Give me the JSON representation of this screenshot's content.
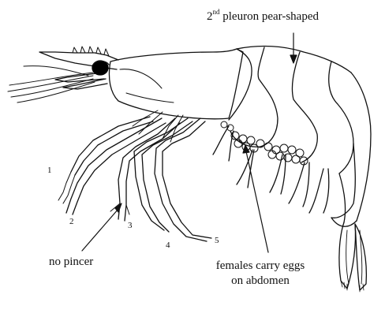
{
  "labels": {
    "pleuron_ordinal": "2",
    "pleuron_superscript": "nd",
    "pleuron_rest": " pleuron pear-shaped",
    "no_pincer": "no pincer",
    "eggs_line1": "females carry eggs",
    "eggs_line2": "on abdomen"
  },
  "leg_numbers": [
    "1",
    "2",
    "3",
    "4",
    "5"
  ],
  "colors": {
    "ink": "#111111",
    "eye": "#000000",
    "background": "#ffffff"
  }
}
